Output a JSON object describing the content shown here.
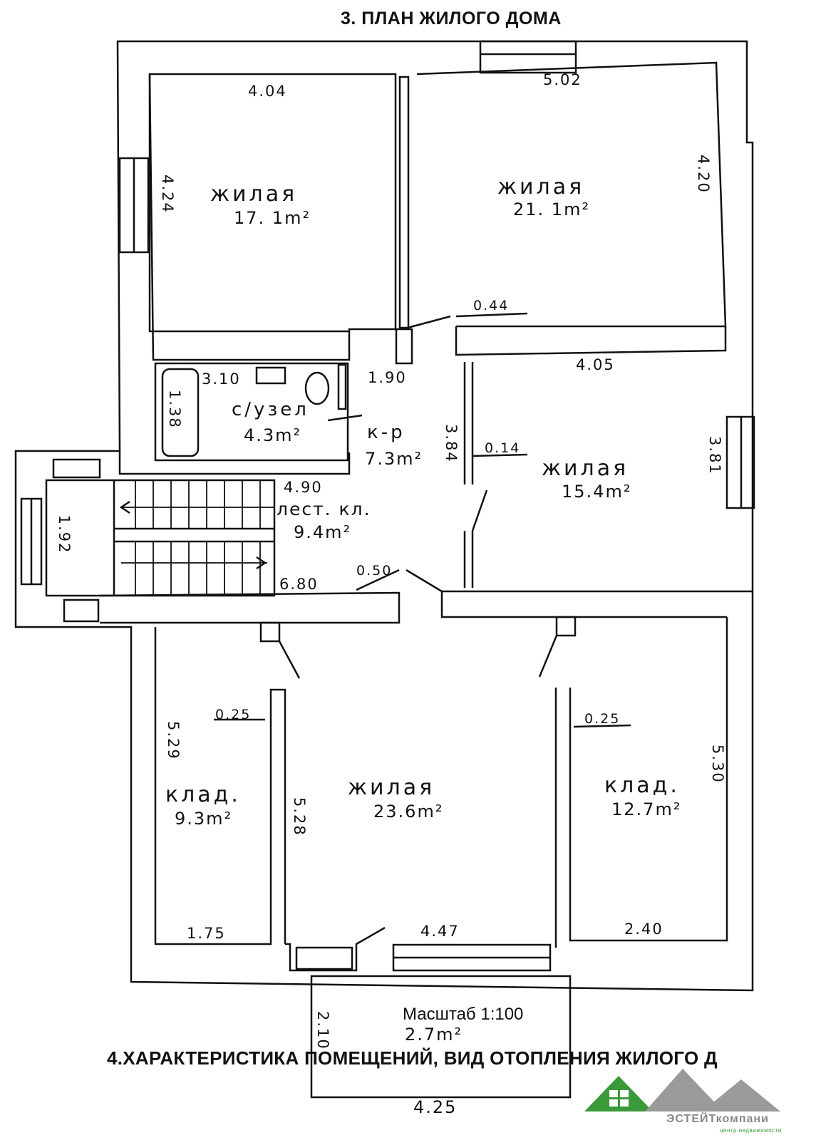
{
  "header": {
    "title": "3. ПЛАН ЖИЛОГО ДОМА"
  },
  "rooms": [
    {
      "name": "жилая",
      "area": "17. 1m²"
    },
    {
      "name": "жилая",
      "area": "21. 1m²"
    },
    {
      "name": "с/узел",
      "area": "4.3m²"
    },
    {
      "name": "к-р",
      "area": "7.3m²"
    },
    {
      "name": "жилая",
      "area": "15.4m²"
    },
    {
      "name": "лест. кл.",
      "area": "9.4m²"
    },
    {
      "name": "клад.",
      "area": "9.3m²"
    },
    {
      "name": "жилая",
      "area": "23.6m²"
    },
    {
      "name": "клад.",
      "area": "12.7m²"
    },
    {
      "name": "",
      "area": "2.7m²"
    }
  ],
  "dimensions": {
    "d404": "4.04",
    "d502": "5.02",
    "d424": "4.24",
    "d420": "4.20",
    "d044": "0.44",
    "d310": "3.10",
    "d138": "1.38",
    "d190": "1.90",
    "d405": "4.05",
    "d384": "3.84",
    "d014": "0.14",
    "d381": "3.81",
    "d490": "4.90",
    "d192": "1.92",
    "d050": "0.50",
    "d680": "6.80",
    "d025a": "0.25",
    "d529": "5.29",
    "d528": "5.28",
    "d025b": "0.25",
    "d530": "5.30",
    "d175": "1.75",
    "d447": "4.47",
    "d240": "2.40",
    "d210": "2.10",
    "d425": "4.25"
  },
  "scale": "Масштаб 1:100",
  "footer": {
    "title": "4.ХАРАКТЕРИСТИКА ПОМЕЩЕНИЙ, ВИД ОТОПЛЕНИЯ ЖИЛОГО Д"
  },
  "logo": {
    "brand": "ЭСТЕЙТкомпани",
    "tagline": "центр недвижимости",
    "colors": {
      "roof": "#3a9a3a",
      "text": "#8a8a8a"
    }
  }
}
